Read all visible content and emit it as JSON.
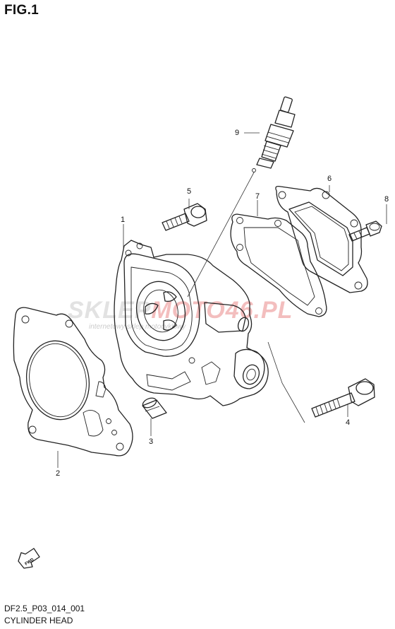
{
  "figure": {
    "title": "FIG.1",
    "code": "DF2.5_P03_014_001",
    "caption": "CYLINDER HEAD"
  },
  "callouts": [
    "1",
    "2",
    "3",
    "4",
    "5",
    "6",
    "7",
    "8",
    "9"
  ],
  "watermark": {
    "main_a": "SKLEP",
    "main_b": "MOTO46.PL",
    "sub": "internetowy sklep motocyklowy"
  },
  "fwd_label": "FWD"
}
